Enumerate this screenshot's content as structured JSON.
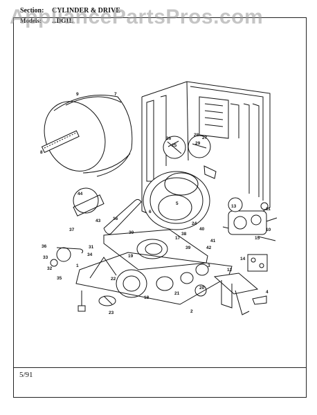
{
  "header": {
    "section_label": "Section:",
    "section_title": "CYLINDER & DRIVE",
    "model_label": "Models:",
    "model_value": "...DG1L"
  },
  "watermark": "AppliancePartsPros.com",
  "footer": {
    "date": "5/91"
  },
  "callouts": [
    "1",
    "2",
    "3",
    "4",
    "5",
    "6",
    "7",
    "8",
    "9",
    "10",
    "11",
    "12",
    "13",
    "14",
    "15",
    "16",
    "17",
    "18",
    "19",
    "20",
    "21",
    "22",
    "23",
    "24",
    "25",
    "26",
    "27",
    "28",
    "29",
    "30",
    "31",
    "32",
    "33",
    "34",
    "35",
    "36",
    "37",
    "38",
    "39",
    "40",
    "41",
    "42",
    "43",
    "44"
  ]
}
